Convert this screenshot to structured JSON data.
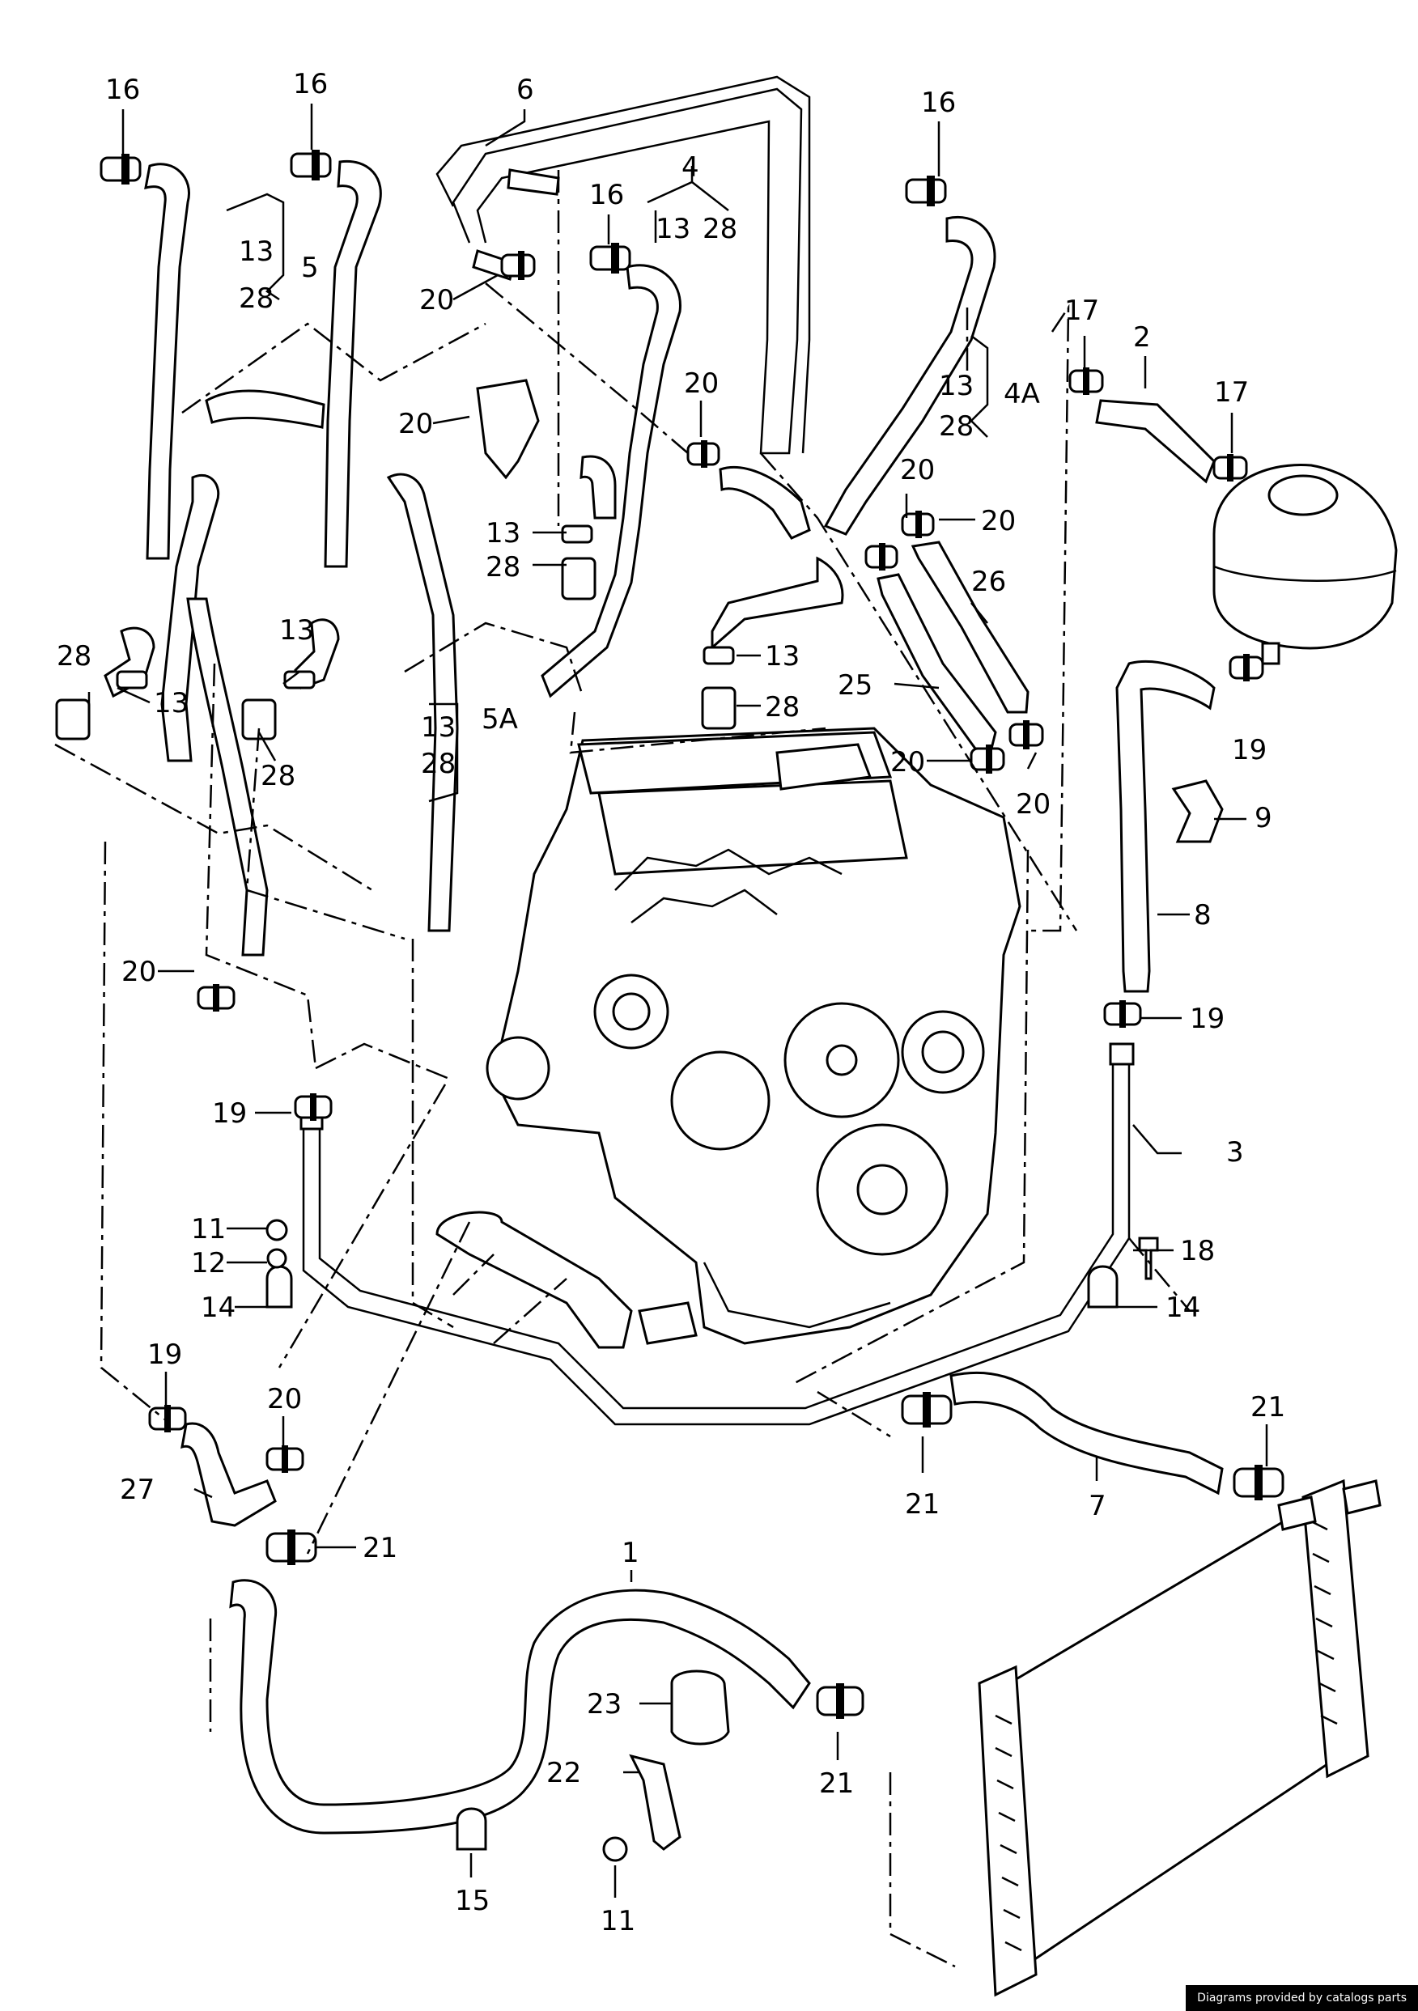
{
  "credit": "Diagrams provided by catalogs parts",
  "callouts": [
    {
      "id": "c16a",
      "text": "16"
    },
    {
      "id": "c16b",
      "text": "16"
    },
    {
      "id": "c6",
      "text": "6"
    },
    {
      "id": "c16c",
      "text": "16"
    },
    {
      "id": "c4",
      "text": "4"
    },
    {
      "id": "c16d",
      "text": "16"
    },
    {
      "id": "c13_4",
      "text": "13"
    },
    {
      "id": "c28_4",
      "text": "28"
    },
    {
      "id": "c13_5",
      "text": "13"
    },
    {
      "id": "c5",
      "text": "5"
    },
    {
      "id": "c28_5",
      "text": "28"
    },
    {
      "id": "c20a",
      "text": "20"
    },
    {
      "id": "c17a",
      "text": "17"
    },
    {
      "id": "c2",
      "text": "2"
    },
    {
      "id": "c17b",
      "text": "17"
    },
    {
      "id": "c13_4a",
      "text": "13"
    },
    {
      "id": "c4a",
      "text": "4A"
    },
    {
      "id": "c28_4a",
      "text": "28"
    },
    {
      "id": "c20b",
      "text": "20"
    },
    {
      "id": "c20c",
      "text": "20"
    },
    {
      "id": "c20d",
      "text": "20"
    },
    {
      "id": "c20e",
      "text": "20"
    },
    {
      "id": "c13a",
      "text": "13"
    },
    {
      "id": "c28a",
      "text": "28"
    },
    {
      "id": "c26",
      "text": "26"
    },
    {
      "id": "c28b",
      "text": "28"
    },
    {
      "id": "c13b",
      "text": "13"
    },
    {
      "id": "c13c",
      "text": "13"
    },
    {
      "id": "c13d",
      "text": "13"
    },
    {
      "id": "c28c",
      "text": "28"
    },
    {
      "id": "c25",
      "text": "25"
    },
    {
      "id": "c28d",
      "text": "28"
    },
    {
      "id": "c19a",
      "text": "19"
    },
    {
      "id": "c13_5a",
      "text": "13"
    },
    {
      "id": "c5a",
      "text": "5A"
    },
    {
      "id": "c28_5a",
      "text": "28"
    },
    {
      "id": "c20f",
      "text": "20"
    },
    {
      "id": "c20g",
      "text": "20"
    },
    {
      "id": "c9",
      "text": "9"
    },
    {
      "id": "c8",
      "text": "8"
    },
    {
      "id": "c20h",
      "text": "20"
    },
    {
      "id": "c19b",
      "text": "19"
    },
    {
      "id": "c19c",
      "text": "19"
    },
    {
      "id": "c3",
      "text": "3"
    },
    {
      "id": "c11a",
      "text": "11"
    },
    {
      "id": "c12",
      "text": "12"
    },
    {
      "id": "c18",
      "text": "18"
    },
    {
      "id": "c14a",
      "text": "14"
    },
    {
      "id": "c14b",
      "text": "14"
    },
    {
      "id": "c19d",
      "text": "19"
    },
    {
      "id": "c20i",
      "text": "20"
    },
    {
      "id": "c21a",
      "text": "21"
    },
    {
      "id": "c7",
      "text": "7"
    },
    {
      "id": "c21b",
      "text": "21"
    },
    {
      "id": "c27",
      "text": "27"
    },
    {
      "id": "c21c",
      "text": "21"
    },
    {
      "id": "c1",
      "text": "1"
    },
    {
      "id": "c23",
      "text": "23"
    },
    {
      "id": "c22",
      "text": "22"
    },
    {
      "id": "c21d",
      "text": "21"
    },
    {
      "id": "c15",
      "text": "15"
    },
    {
      "id": "c11b",
      "text": "11"
    }
  ]
}
